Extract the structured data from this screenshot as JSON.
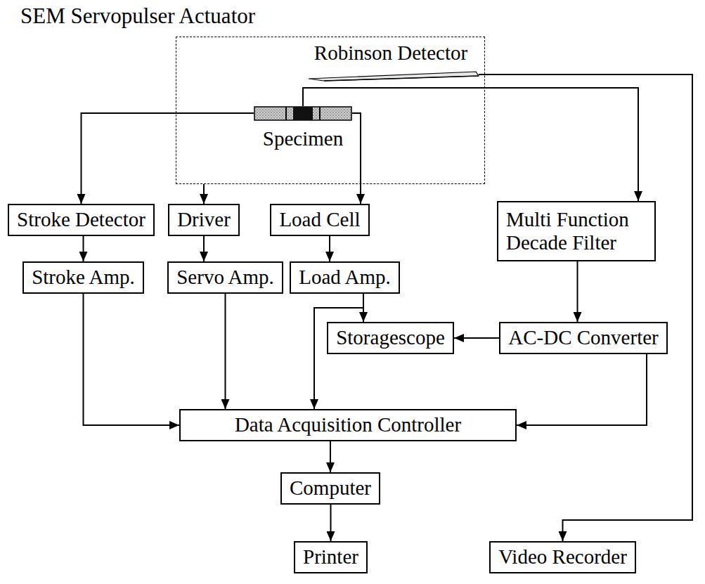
{
  "diagram": {
    "nodes": [
      {
        "text": [
          "SEM Servopulser Actuator"
        ]
      },
      {
        "text": [
          "Robinson Detector"
        ],
        "in": 0
      },
      {
        "text": [
          "Specimen"
        ],
        "in": 0
      },
      {
        "text": [
          "Stroke Detector"
        ]
      },
      {
        "text": [
          "Driver"
        ]
      },
      {
        "text": [
          "Load Cell"
        ]
      },
      {
        "text": [
          "Multi Function Decade Filter"
        ]
      },
      {
        "text": [
          "Stroke Amp."
        ]
      },
      {
        "text": [
          "Servo Amp."
        ]
      },
      {
        "text": [
          "Load Amp."
        ]
      },
      {
        "text": [
          "Storagescope"
        ]
      },
      {
        "text": [
          "AC-DC Converter"
        ]
      },
      {
        "text": [
          "Data Acquisition Controller"
        ]
      },
      {
        "text": [
          "Computer"
        ]
      },
      {
        "text": [
          "Printer"
        ]
      },
      {
        "text": [
          "Video Recorder"
        ]
      }
    ],
    "edges": [
      {
        "from": 2,
        "to": 3,
        "arrow": "to"
      },
      {
        "from": 0,
        "to": 4,
        "arrow": "to"
      },
      {
        "from": 2,
        "to": 5,
        "arrow": "to"
      },
      {
        "from": 2,
        "to": 6,
        "arrow": "to"
      },
      {
        "from": 1,
        "to": 15,
        "arrow": "to"
      },
      {
        "from": 3,
        "to": 7,
        "arrow": "to"
      },
      {
        "from": 4,
        "to": 8,
        "arrow": "to"
      },
      {
        "from": 5,
        "to": 9,
        "arrow": "to"
      },
      {
        "from": 6,
        "to": 11,
        "arrow": "to"
      },
      {
        "from": 9,
        "to": 10,
        "arrow": "to"
      },
      {
        "from": 9,
        "to": 12,
        "arrow": "to"
      },
      {
        "from": 11,
        "to": 10,
        "arrow": "to"
      },
      {
        "from": 11,
        "to": 12,
        "arrow": "to"
      },
      {
        "from": 7,
        "to": 12,
        "arrow": "to"
      },
      {
        "from": 8,
        "to": 12,
        "arrow": "to"
      },
      {
        "from": 12,
        "to": 13,
        "arrow": "to"
      },
      {
        "from": 13,
        "to": 14,
        "arrow": "to"
      }
    ]
  }
}
